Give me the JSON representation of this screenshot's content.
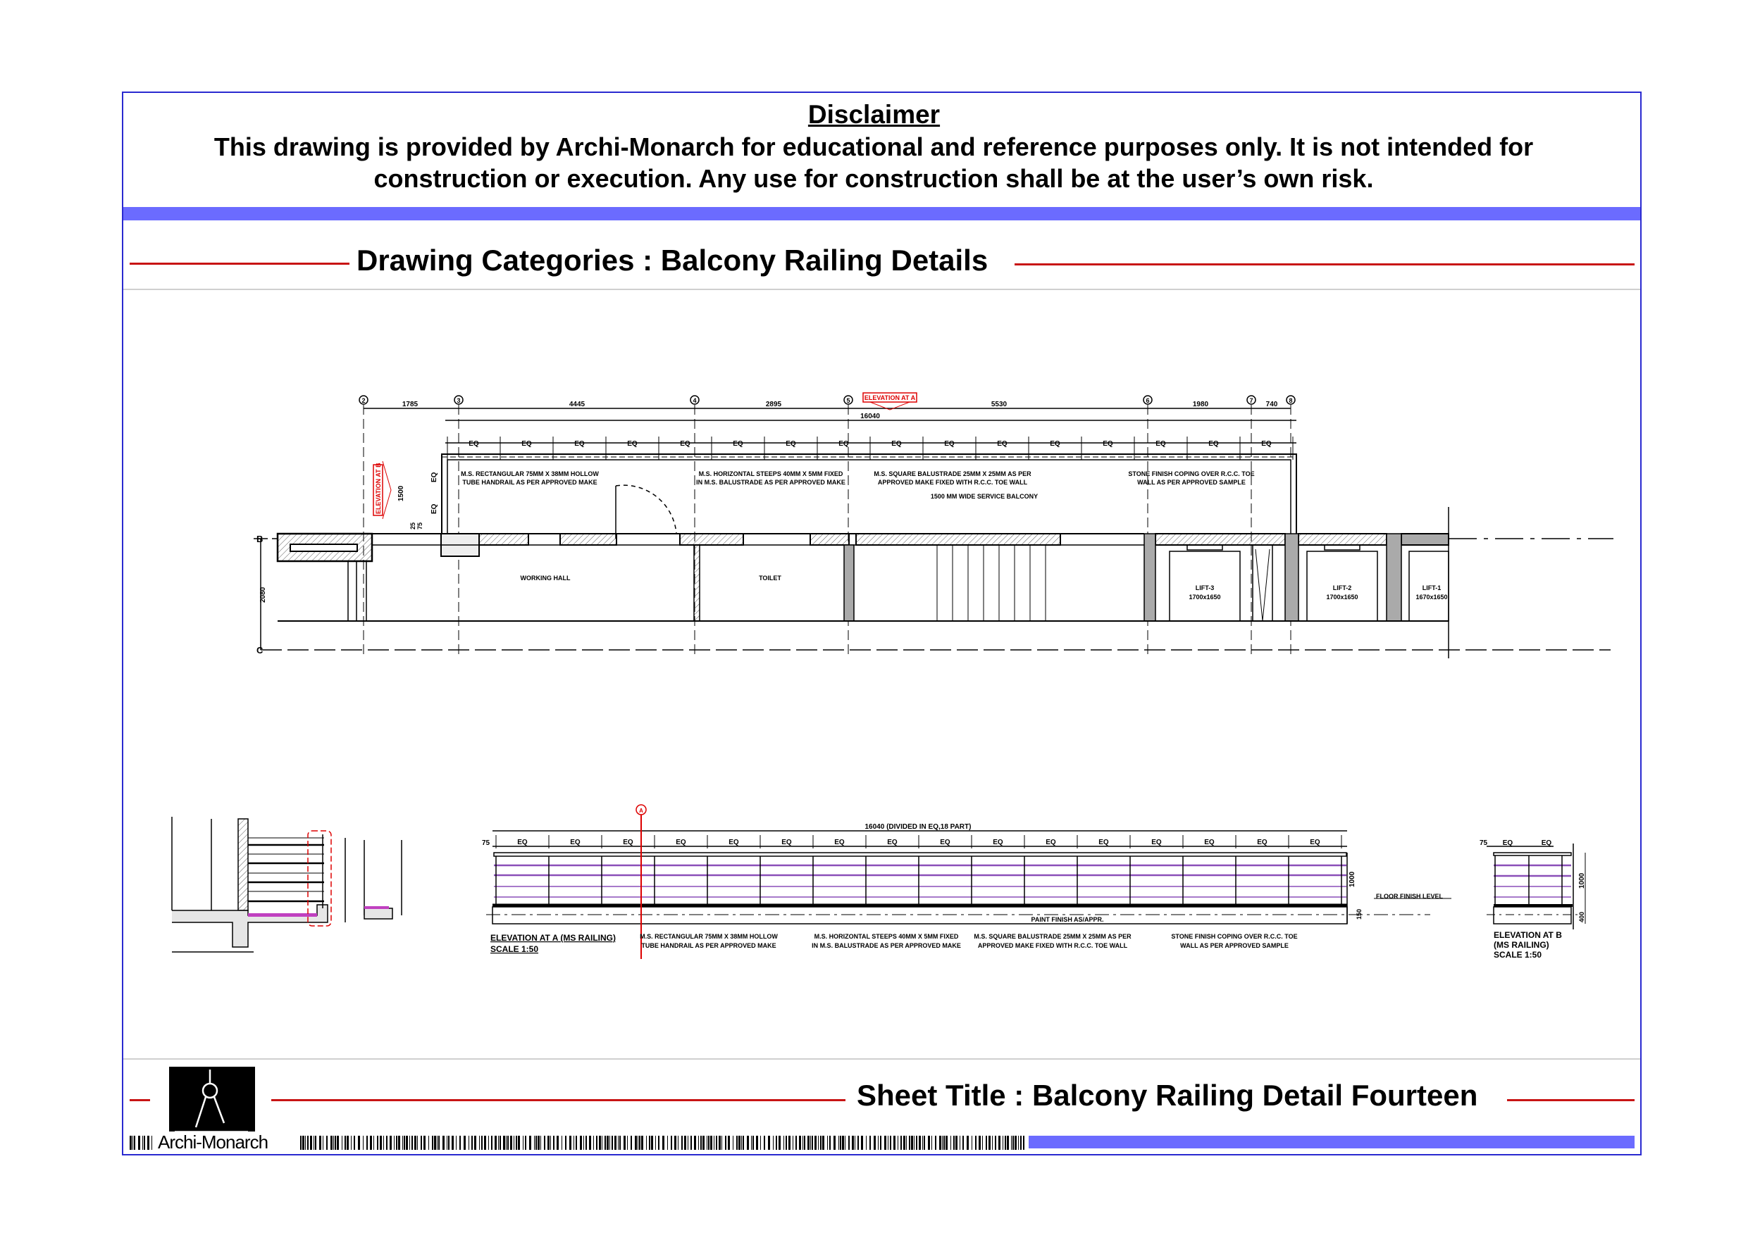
{
  "disclaimer": {
    "title": "Disclaimer",
    "line1": "This drawing is provided by Archi-Monarch for educational and reference purposes only. It is not intended for",
    "line2": "construction or execution. Any use for construction shall be at the user’s own risk."
  },
  "category_heading": "Drawing Categories : Balcony Railing Details",
  "sheet_title": "Sheet Title : Balcony Railing Detail Fourteen",
  "brand": "Archi-Monarch",
  "colors": {
    "frame": "#2a2ad0",
    "accent_bar": "#6b6bff",
    "red_rule": "#c81414",
    "rail_purple": "#8a4fb8"
  },
  "plan": {
    "grid_markers": [
      "2",
      "3",
      "4",
      "5",
      "6",
      "7",
      "8"
    ],
    "row_markers": [
      "B",
      "C"
    ],
    "spans": [
      "1785",
      "4445",
      "2895",
      "5530",
      "1980",
      "740"
    ],
    "overall": "16040",
    "eq_label": "EQ",
    "elevation_a_tag": "ELEVATION AT A",
    "elevation_b_tag": "ELEVATION AT B",
    "dim_1500": "1500",
    "dim_2080": "2080",
    "dim_25": "25",
    "dim_75": "75",
    "notes": [
      {
        "l1": "M.S. RECTANGULAR 75MM X 38MM HOLLOW",
        "l2": "TUBE HANDRAIL AS PER APPROVED MAKE"
      },
      {
        "l1": "M.S. HORIZONTAL STEEPS 40MM X 5MM FIXED",
        "l2": "IN M.S. BALUSTRADE AS PER APPROVED MAKE"
      },
      {
        "l1": "M.S. SQUARE BALUSTRADE 25MM X 25MM AS PER",
        "l2": "APPROVED MAKE FIXED WITH R.C.C. TOE WALL"
      },
      {
        "l1": "STONE FINISH COPING OVER R.C.C. TOE",
        "l2": "WALL AS PER APPROVED SAMPLE"
      }
    ],
    "balcony_label": "1500 MM WIDE SERVICE BALCONY",
    "rooms": [
      "WORKING HALL",
      "TOILET"
    ],
    "lifts": [
      {
        "name": "LIFT-3",
        "size": "1700x1650"
      },
      {
        "name": "LIFT-2",
        "size": "1700x1650"
      },
      {
        "name": "LIFT-1",
        "size": "1670x1650"
      }
    ]
  },
  "elevation_a": {
    "overall": "16040 (DIVIDED IN EQ,18 PART)",
    "eq_label": "EQ",
    "dim_75": "75",
    "dim_1000": "1000",
    "dim_150": "150",
    "paint_note": "PAINT FINISH AS/APPR.",
    "floor_level": "FLOOR FINISH LEVEL",
    "section_mark": "A",
    "title": "ELEVATION AT A (MS RAILING)",
    "scale": "SCALE 1:50"
  },
  "elevation_b": {
    "eq_label": "EQ",
    "dim_75": "75",
    "dim_1000": "1000",
    "dim_400": "400",
    "title1": "ELEVATION AT B",
    "title2": "(MS RAILING)",
    "title3": "SCALE 1:50"
  }
}
